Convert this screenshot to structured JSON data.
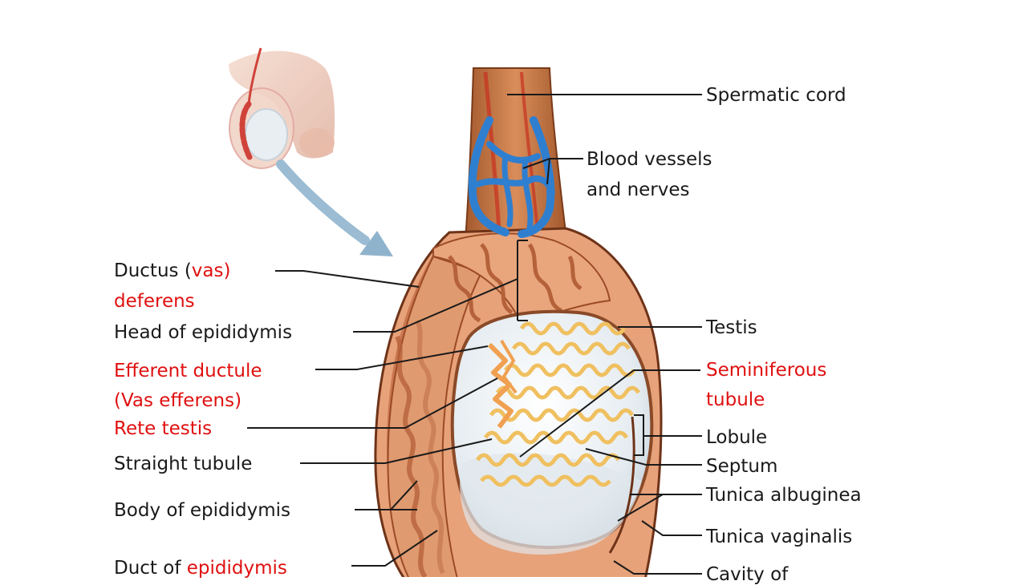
{
  "colors": {
    "text": "#1a1a1a",
    "highlight": "#e01010",
    "tubule": "#f0c060",
    "epididymis": "#e8a37a",
    "vessel_blue": "#2f7fd0",
    "vessel_red": "#c83020",
    "arrow": "#8fb3cc"
  },
  "labels": {
    "spermatic_cord": "Spermatic cord",
    "blood_vessels_1": "Blood vessels",
    "blood_vessels_2": "and nerves",
    "ductus_a": "Ductus (",
    "ductus_b": "vas)",
    "ductus_c": "deferens",
    "head_epididymis": "Head of epididymis",
    "efferent_1": "Efferent ductule",
    "efferent_2": "(Vas efferens)",
    "rete_testis": "Rete testis",
    "straight_tubule": "Straight tubule",
    "body_epididymis": "Body of epididymis",
    "duct_a": "Duct of ",
    "duct_b": "epididymis",
    "testis": "Testis",
    "seminiferous_1": "Seminiferous",
    "seminiferous_2": "tubule",
    "lobule": "Lobule",
    "septum": "Septum",
    "tunica_albuginea": "Tunica albuginea",
    "tunica_vaginalis": "Tunica vaginalis",
    "cavity": "Cavity of"
  }
}
